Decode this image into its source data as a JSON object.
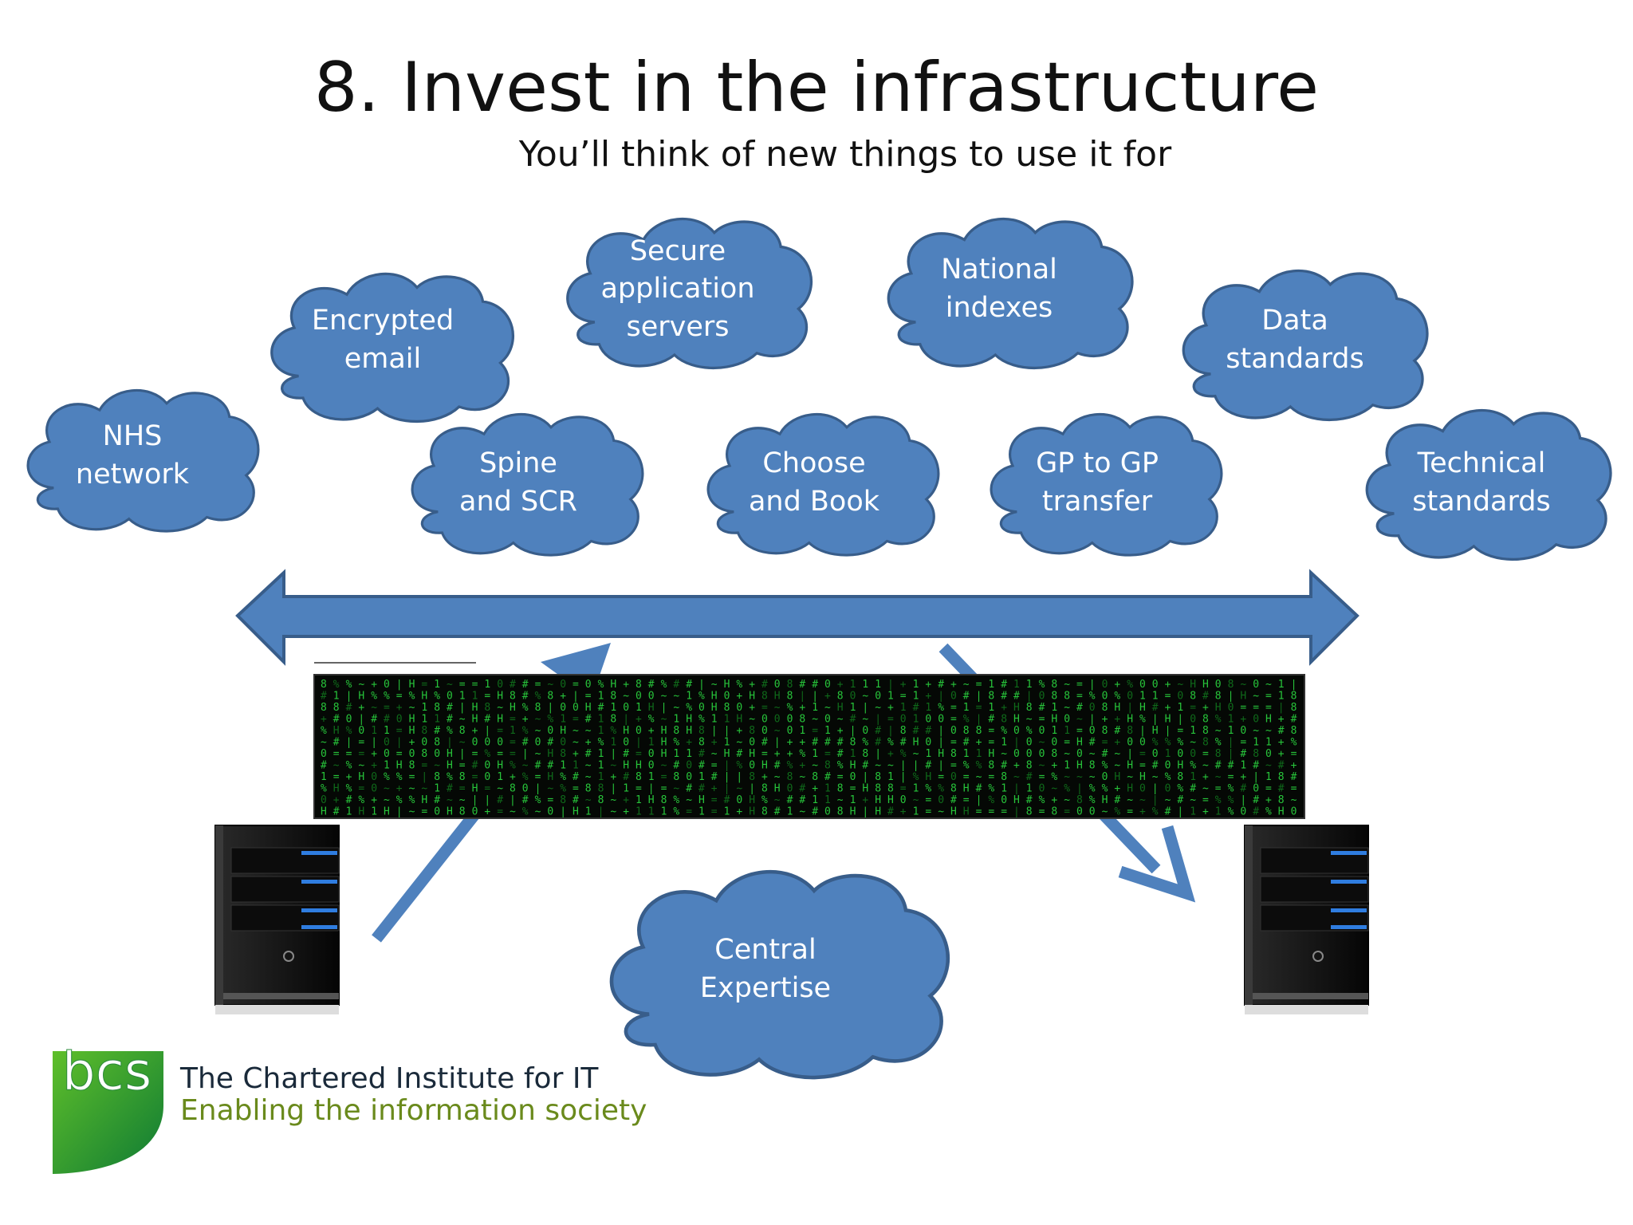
{
  "title": "8. Invest in the infrastructure",
  "subtitle": "You’ll think of new things to use it for",
  "colors": {
    "cloud_fill": "#4f81bd",
    "cloud_stroke": "#385d8a",
    "arrow_fill": "#4f81bd",
    "matrix_green": "#27c43a",
    "bcs_green": "#3aa535",
    "tagline_green": "#6a8a1c"
  },
  "clouds": [
    {
      "id": "nhs-network",
      "lines": [
        "NHS",
        "network"
      ]
    },
    {
      "id": "encrypted-email",
      "lines": [
        "Encrypted",
        "email"
      ]
    },
    {
      "id": "secure-application-servers",
      "lines": [
        "Secure",
        "application",
        "servers"
      ]
    },
    {
      "id": "national-indexes",
      "lines": [
        "National",
        "indexes"
      ]
    },
    {
      "id": "data-standards",
      "lines": [
        "Data",
        "standards"
      ]
    },
    {
      "id": "spine-and-scr",
      "lines": [
        "Spine",
        "and SCR"
      ]
    },
    {
      "id": "choose-and-book",
      "lines": [
        "Choose",
        "and Book"
      ]
    },
    {
      "id": "gp-to-gp-transfer",
      "lines": [
        "GP to GP",
        "transfer"
      ]
    },
    {
      "id": "technical-standards",
      "lines": [
        "Technical",
        "standards"
      ]
    },
    {
      "id": "central-expertise",
      "lines": [
        "Central",
        "Expertise"
      ]
    }
  ],
  "logo": {
    "mark": "bcs",
    "name": "The Chartered Institute for IT",
    "tagline": "Enabling the information society"
  },
  "icons": [
    "server-tower-icon",
    "server-tower-icon",
    "matrix-code-banner",
    "double-headed-arrow",
    "bcs-logo"
  ]
}
